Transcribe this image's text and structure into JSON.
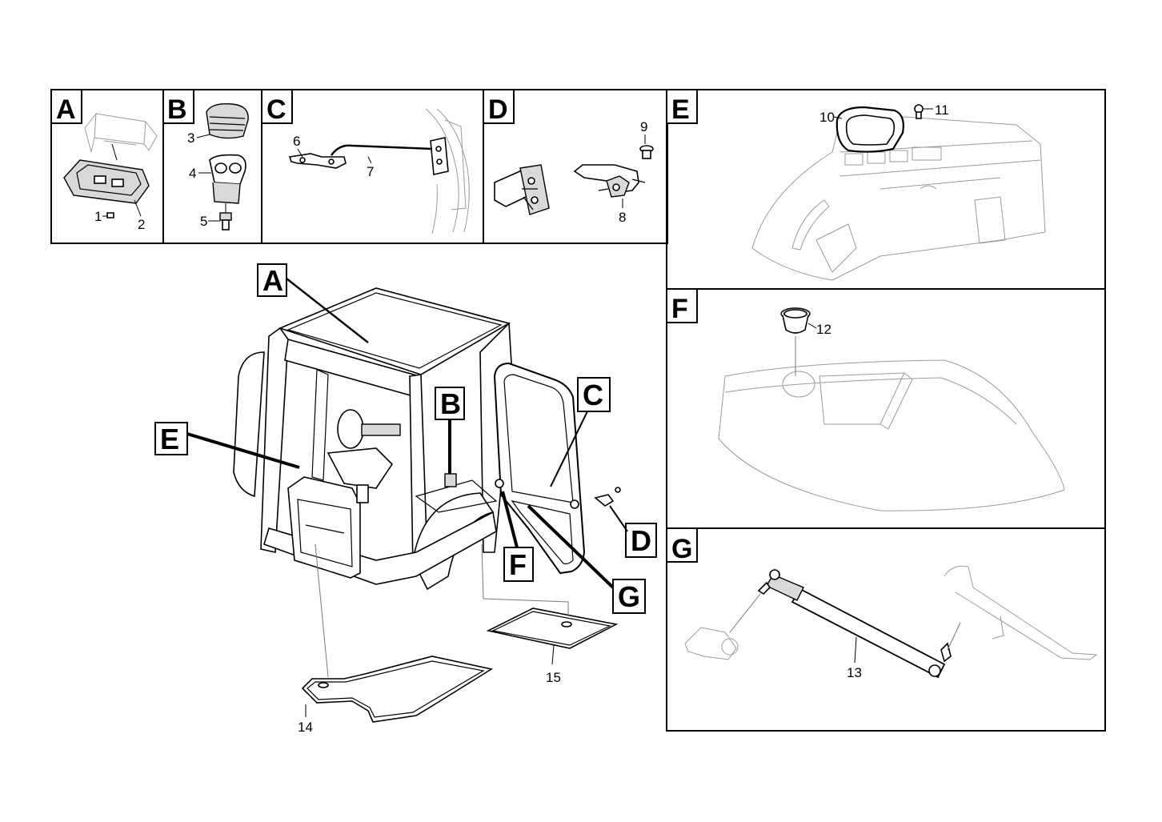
{
  "panels": [
    {
      "id": "A",
      "label": "A"
    },
    {
      "id": "B",
      "label": "B"
    },
    {
      "id": "C",
      "label": "C"
    },
    {
      "id": "D",
      "label": "D"
    },
    {
      "id": "E",
      "label": "E"
    },
    {
      "id": "F",
      "label": "F"
    },
    {
      "id": "G",
      "label": "G"
    }
  ],
  "callouts": {
    "A": "A",
    "B": "B",
    "C": "C",
    "D": "D",
    "E": "E",
    "F": "F",
    "G": "G"
  },
  "parts": {
    "p1": "1",
    "p2": "2",
    "p3": "3",
    "p4": "4",
    "p5": "5",
    "p6": "6",
    "p7": "7",
    "p8": "8",
    "p9": "9",
    "p10": "10",
    "p11": "11",
    "p12": "12",
    "p13": "13",
    "p14": "14",
    "p15": "15"
  }
}
